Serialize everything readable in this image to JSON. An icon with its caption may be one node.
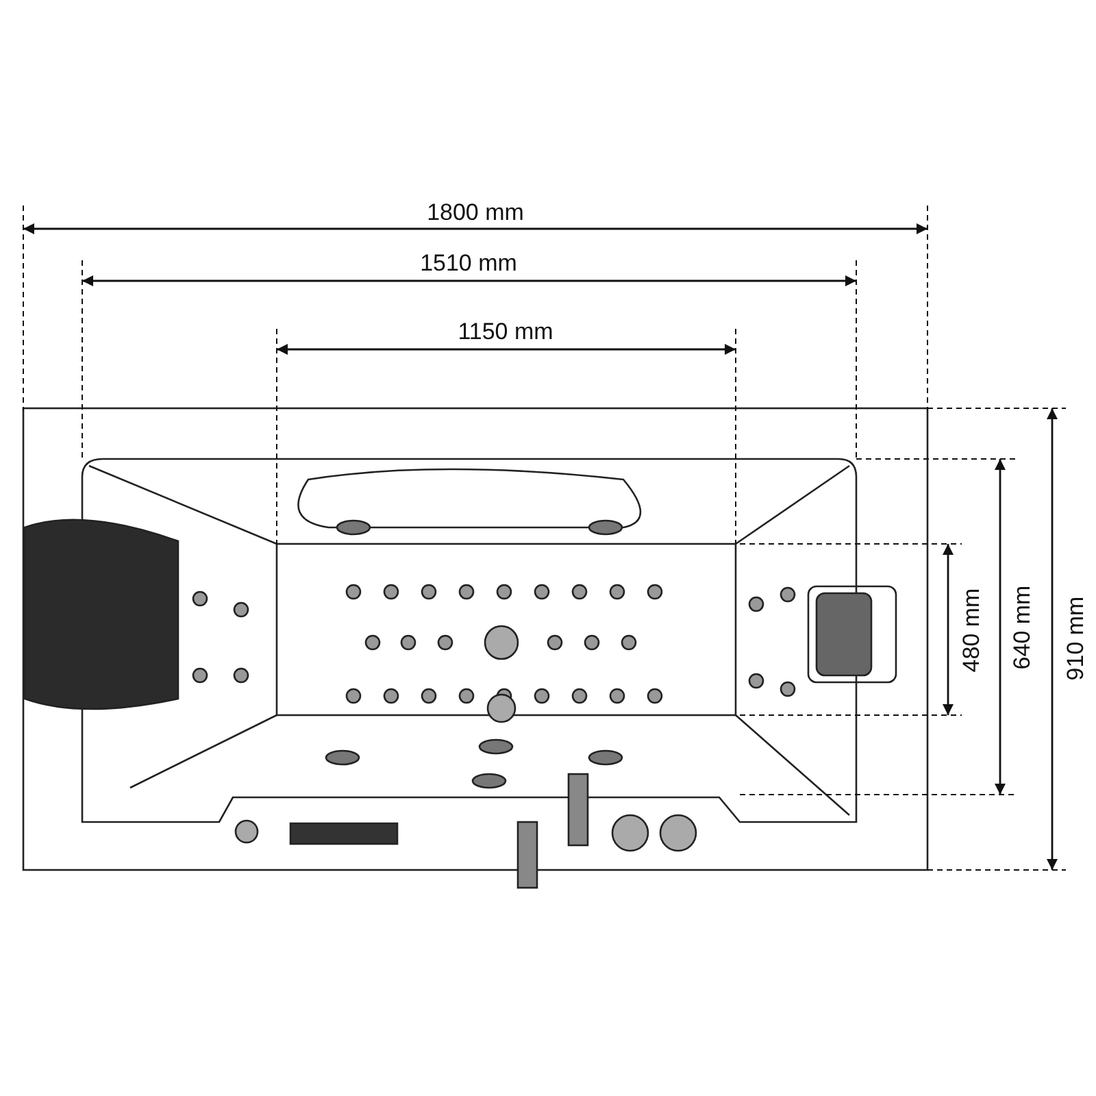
{
  "diagram": {
    "labels": [
      "1800 mm",
      "1510 mm",
      "1150 mm",
      "480 mm",
      "640 mm",
      "910 mm"
    ]
  }
}
